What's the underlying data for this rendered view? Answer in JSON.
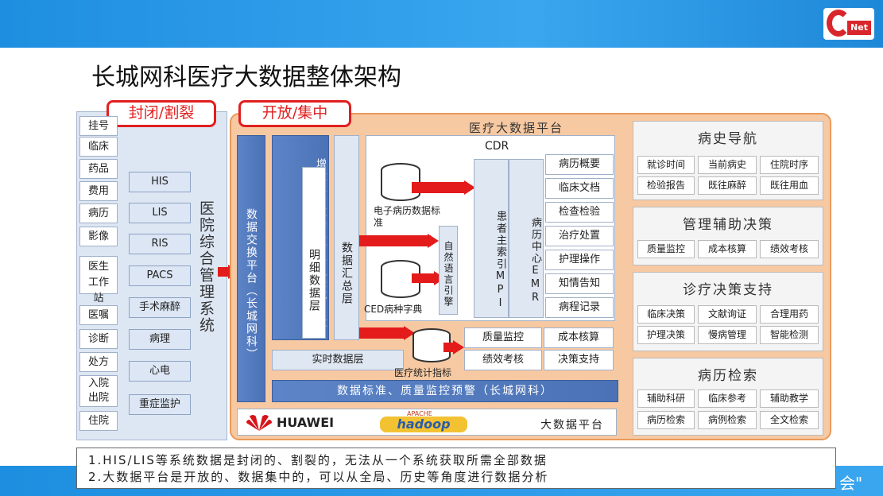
{
  "title": "长城网科医疗大数据整体架构",
  "logo_text": "Net",
  "tag_closed": "封闭/割裂",
  "tag_open": "开放/集中",
  "left": {
    "categories": [
      "挂号",
      "临床",
      "药品",
      "费用",
      "病历",
      "影像",
      "医生工作站",
      "医嘱",
      "诊断",
      "处方",
      "入院出院",
      "住院"
    ],
    "systems": [
      "HIS",
      "LIS",
      "RIS",
      "PACS",
      "手术麻醉",
      "病理",
      "心电",
      "重症监护"
    ],
    "integrated": "医院综合管理系统"
  },
  "platform": {
    "title": "医疗大数据平台",
    "exchange": "数据交换平台（长城网科）",
    "incremental": "增量业务数据比对层（长城网科）",
    "detail": "明细数据层",
    "summary": "数据汇总层",
    "realtime": "实时数据层",
    "cdr": "CDR",
    "emr_db": "电子病历数据标准",
    "ced_db": "CED病种字典",
    "stats_db": "医疗统计指标",
    "nlp": "自然语言引擎",
    "mpi": "患者主索引MPI",
    "emr_center": "病历中心EMR",
    "records": [
      "病历概要",
      "临床文档",
      "检查检验",
      "治疗处置",
      "护理操作",
      "知情告知",
      "病程记录"
    ],
    "stats_cells": [
      "质量监控",
      "成本核算",
      "绩效考核",
      "决策支持"
    ],
    "standard_bar": "数据标准、质量监控预警（长城网科）",
    "huawei": "HUAWEI",
    "hadoop": "hadoop",
    "apache": "APACHE",
    "bigdata": "大数据平台"
  },
  "panels": [
    {
      "title": "病史导航",
      "items": [
        "就诊时间",
        "当前病史",
        "住院时序",
        "检验报告",
        "既往麻醉",
        "既往用血"
      ]
    },
    {
      "title": "管理辅助决策",
      "items": [
        "质量监控",
        "成本核算",
        "绩效考核"
      ]
    },
    {
      "title": "诊疗决策支持",
      "items": [
        "临床决策",
        "文献询证",
        "合理用药",
        "护理决策",
        "慢病管理",
        "智能检测"
      ]
    },
    {
      "title": "病历检索",
      "items": [
        "辅助科研",
        "临床参考",
        "辅助教学",
        "病历检索",
        "病例检索",
        "全文检索"
      ]
    }
  ],
  "notes": [
    "1.HIS/LIS等系统数据是封闭的、割裂的，无法从一个系统获取所需全部数据",
    "2.大数据平台是开放的、数据集中的，可以从全局、历史等角度进行数据分析"
  ],
  "footer_fragment": "会\""
}
